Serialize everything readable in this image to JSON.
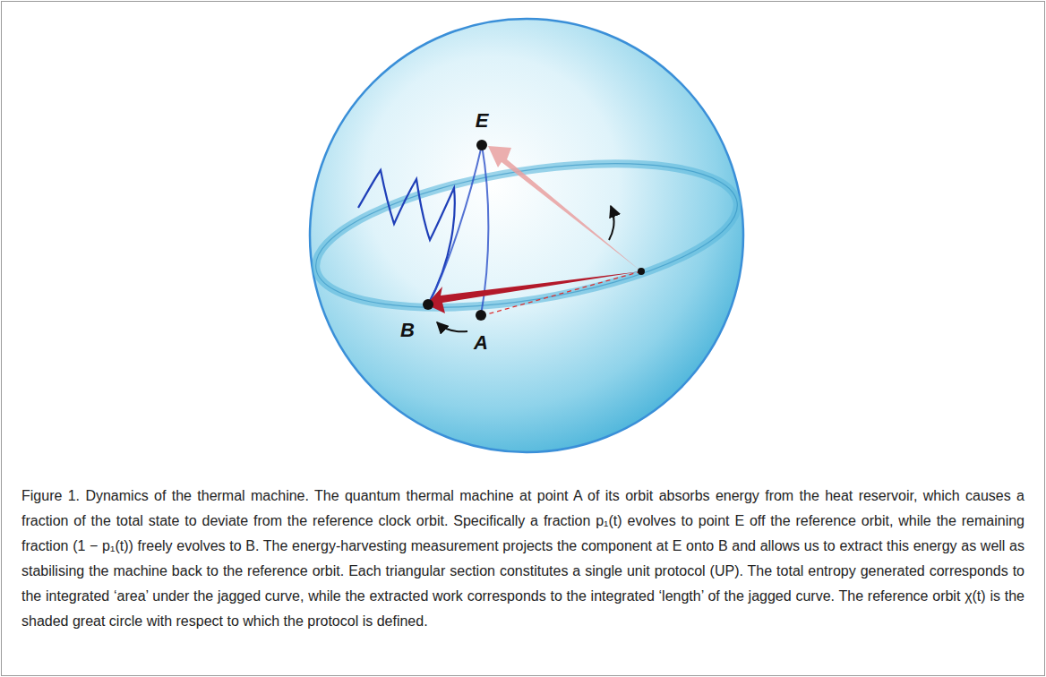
{
  "diagram": {
    "caption": "Figure 1. Dynamics of the thermal machine. The quantum thermal machine at point A of its orbit absorbs energy from the heat reservoir, which causes a fraction of the total state to deviate from the reference clock orbit. Specifically a fraction p₁(t) evolves to point E off the reference orbit, while the remaining fraction (1 − p₁(t)) freely evolves to B. The energy-harvesting measurement projects the component at E onto B and allows us to extract this energy as well as stabilising the machine back to the reference orbit. Each triangular section constitutes a single unit protocol (UP). The total entropy generated corresponds to the integrated ‘area’ under the jagged curve, while the extracted work corresponds to the integrated ‘length’ of the jagged curve. The reference orbit χ(t) is the shaded great circle with respect to which the protocol is defined.",
    "labels": [
      "E",
      "B",
      "A"
    ]
  }
}
